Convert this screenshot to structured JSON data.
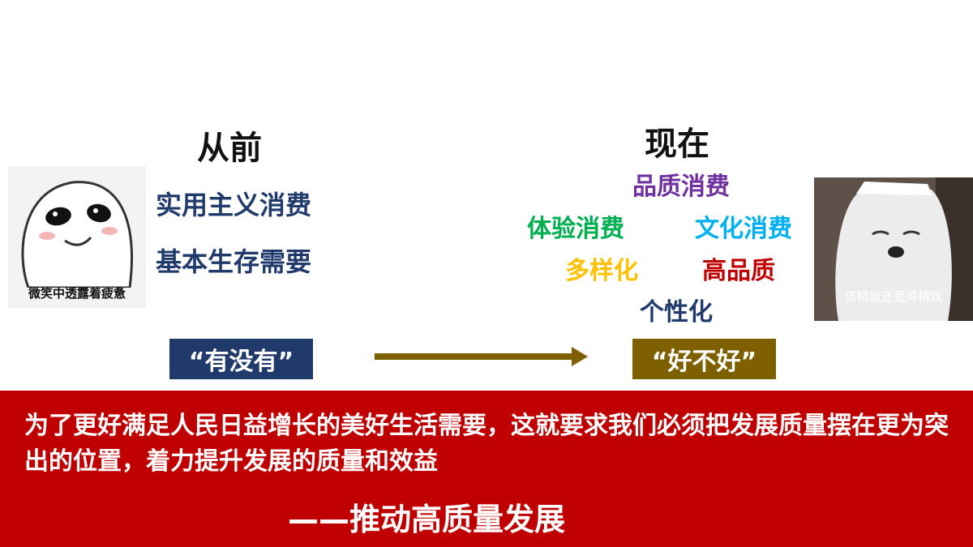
{
  "left": {
    "heading": "从前",
    "lines": [
      "实用主义消费",
      "基本生存需要"
    ],
    "meme_caption": "微笑中透露着疲惫",
    "label": "“有没有”"
  },
  "right": {
    "heading": "现在",
    "tags": [
      {
        "text": "品质消费",
        "color": "#7030a0"
      },
      {
        "text": "体验消费",
        "color": "#00b050"
      },
      {
        "text": "文化消费",
        "color": "#00b0f0"
      },
      {
        "text": "多样化",
        "color": "#ffc000"
      },
      {
        "text": "高品质",
        "color": "#c00000"
      },
      {
        "text": "个性化",
        "color": "#1f3a6b"
      }
    ],
    "meme_caption": "该精致还是得精致",
    "label": "“好不好”"
  },
  "colors": {
    "left_label_bg": "#1f3a6b",
    "right_label_bg": "#7f6000",
    "arrow": "#7f6000",
    "band": "#c00000"
  },
  "bottom": {
    "body": "为了更好满足人民日益增长的美好生活需要，这就要求我们必须把发展质量摆在更为突出的位置，着力提升发展的质量和效益",
    "slogan": "——推动高质量发展"
  }
}
